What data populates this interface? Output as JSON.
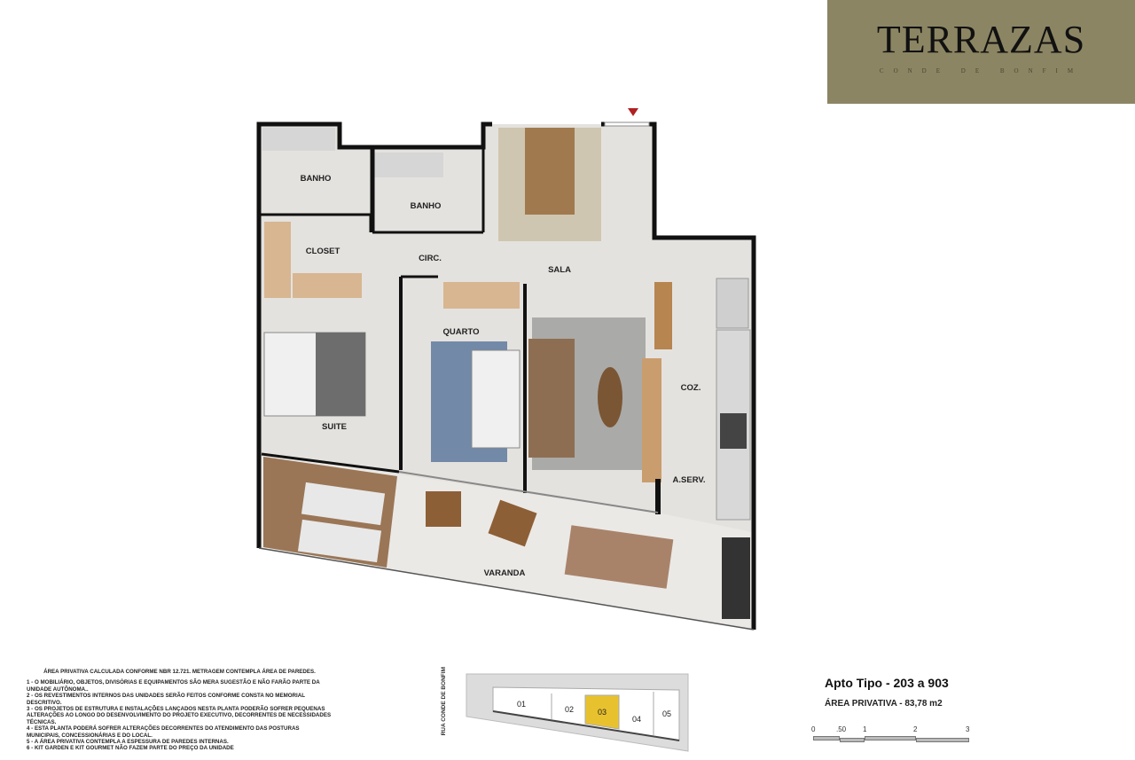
{
  "logo": {
    "name": "TERRAZAS",
    "subtitle": "CONDE DE BONFIM",
    "background": "#8b8563"
  },
  "rooms": {
    "banho1": "BANHO",
    "banho2": "BANHO",
    "closet": "CLOSET",
    "circ": "CIRC.",
    "sala": "SALA",
    "quarto": "QUARTO",
    "coz": "COZ.",
    "suite": "SUITE",
    "aserv": "A.SERV.",
    "varanda": "VARANDA"
  },
  "notes": {
    "header": "ÁREA PRIVATIVA CALCULADA CONFORME NBR 12.721. METRAGEM CONTEMPLA ÁREA DE PAREDES.",
    "items": [
      "1 - O MOBILIÁRIO, OBJETOS, DIVISÓRIAS E EQUIPAMENTOS SÃO MERA SUGESTÃO E NÃO FARÃO PARTE DA UNIDADE AUTÔNOMA..",
      "2 - OS REVESTIMENTOS INTERNOS DAS UNIDADES SERÃO FEITOS CONFORME CONSTA NO MEMORIAL DESCRITIVO.",
      "3 - OS PROJETOS DE ESTRUTURA E INSTALAÇÕES LANÇADOS NESTA PLANTA PODERÃO SOFRER PEQUENAS ALTERAÇÕES AO LONGO DO DESENVOLVIMENTO DO PROJETO EXECUTIVO, DECORRENTES DE NECESSIDADES TÉCNICAS.",
      "4 - ESTA PLANTA PODERÁ SOFRER ALTERAÇÕES DECORRENTES DO ATENDIMENTO DAS POSTURAS MUNICIPAIS, CONCESSIONÁRIAS E DO LOCAL.",
      "5 - A ÁREA PRIVATIVA CONTEMPLA A ESPESSURA DE PAREDES INTERNAS.",
      "6 - KIT GARDEN E KIT GOURMET NÃO FAZEM PARTE DO PREÇO DA UNIDADE"
    ]
  },
  "key_plan": {
    "street": "RUA CONDE DE BONFIM",
    "units": [
      "01",
      "02",
      "03",
      "04",
      "05"
    ],
    "highlighted": "03",
    "highlight_color": "#e8c22e"
  },
  "apartment": {
    "type": "Apto Tipo -  203 a 903",
    "area": "ÁREA PRIVATIVA  -  83,78 m2"
  },
  "scale_bar": {
    "ticks": [
      "0",
      ".50",
      "1",
      "2",
      "3"
    ],
    "unit_max": 3
  }
}
